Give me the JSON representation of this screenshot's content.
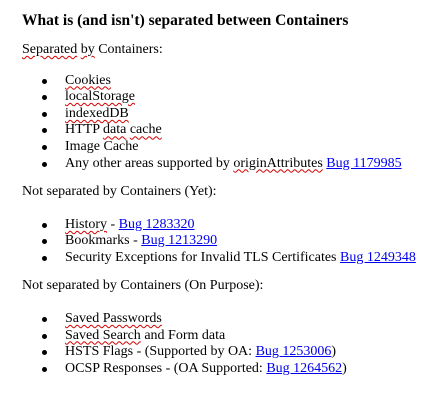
{
  "title": "What is (and isn't) separated between Containers",
  "sections": [
    {
      "heading": "Separated by Containers:",
      "heading_parts": [
        "Separated",
        " ",
        "by",
        " Containers:"
      ],
      "items": [
        {
          "text": "Cookies"
        },
        {
          "text": "localStorage"
        },
        {
          "text": "indexedDB"
        },
        {
          "text": "HTTP data cache",
          "parts": [
            "HTTP ",
            "data",
            " ",
            "cache"
          ]
        },
        {
          "text": "Image Cache"
        },
        {
          "text_prefix": "Any other areas supported by ",
          "spell_word": "originAttributes",
          "link": "Bug 1179985"
        }
      ]
    },
    {
      "heading": "Not separated by Containers (Yet):",
      "items": [
        {
          "label": "History",
          "sep": " - ",
          "link": "Bug 1283320"
        },
        {
          "label": "Bookmarks",
          "sep": " - ",
          "link": "Bug 1213290"
        },
        {
          "text_prefix": "Security Exceptions for Invalid TLS Certificates ",
          "link": "Bug 1249348"
        }
      ]
    },
    {
      "heading": "Not separated by Containers (On Purpose):",
      "items": [
        {
          "text": "Saved Passwords"
        },
        {
          "spell_part": "Saved Search",
          "rest": " and Form data"
        },
        {
          "text_prefix": "HSTS Flags - (Supported by OA: ",
          "link": "Bug 1253006",
          "suffix": ")"
        },
        {
          "text_prefix": "OCSP Responses - (OA Supported: ",
          "link": "Bug 1264562",
          "suffix": ")"
        }
      ]
    }
  ]
}
